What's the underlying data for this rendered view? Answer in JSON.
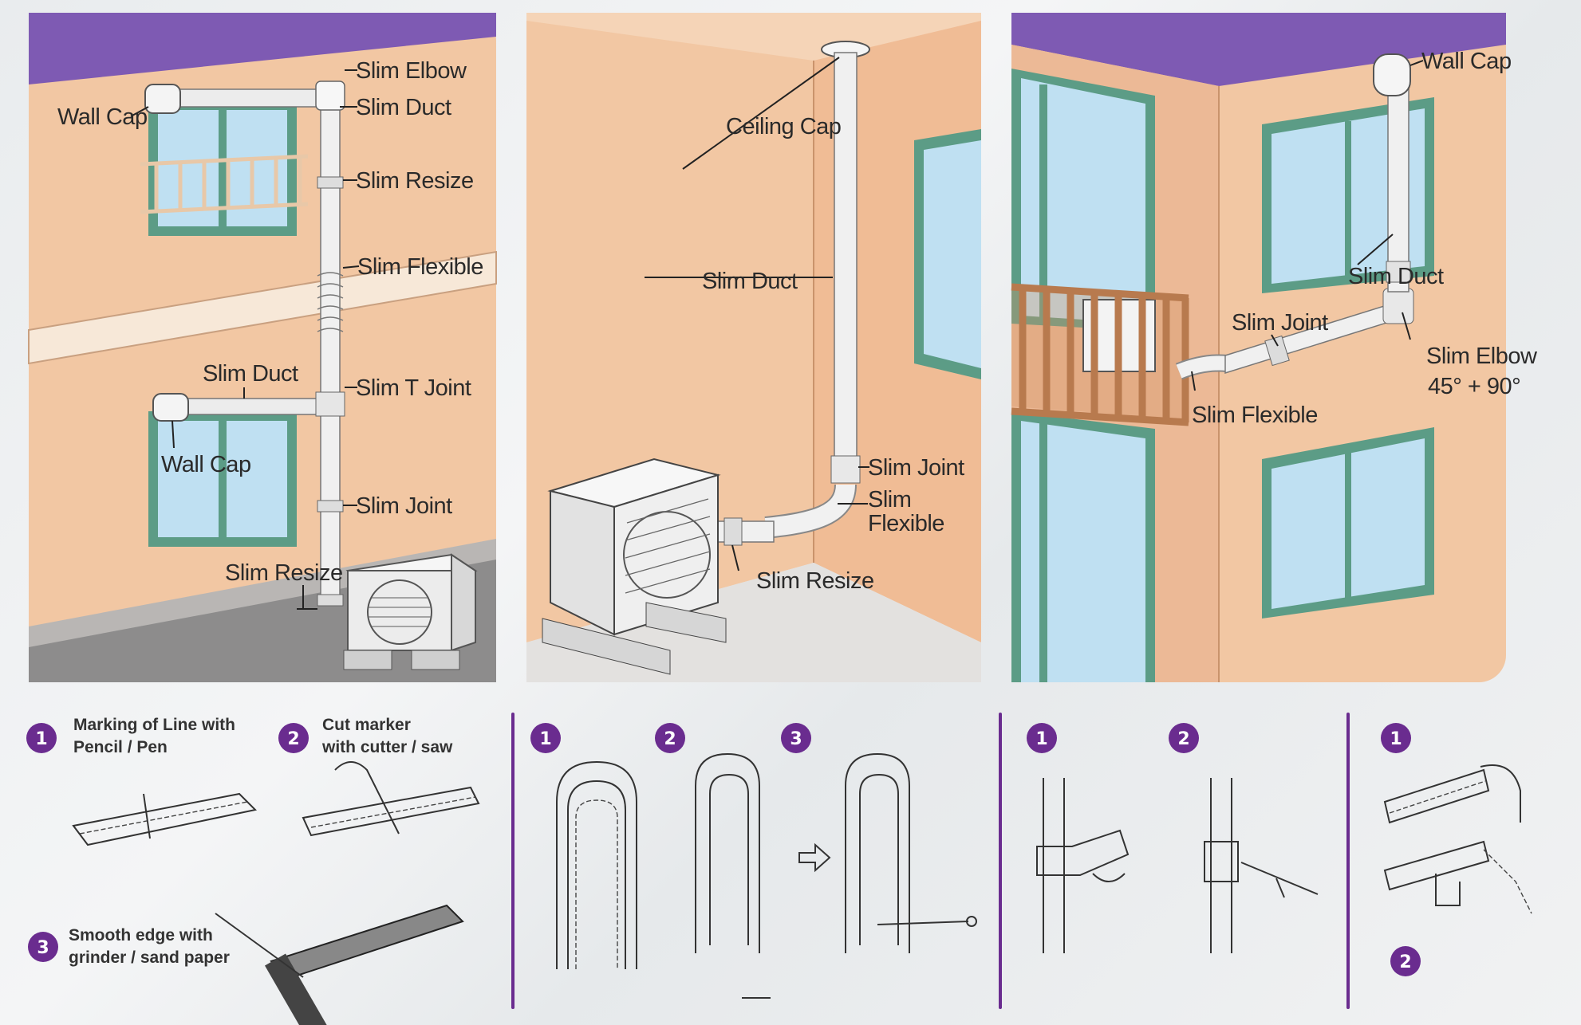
{
  "panel1": {
    "labels": {
      "slim_elbow": "Slim Elbow",
      "slim_duct_top": "Slim Duct",
      "wall_cap_top": "Wall Cap",
      "slim_resize_top": "Slim Resize",
      "slim_flexible": "Slim Flexible",
      "slim_duct_mid": "Slim Duct",
      "slim_t_joint": "Slim T Joint",
      "wall_cap_mid": "Wall Cap",
      "slim_joint": "Slim Joint",
      "slim_resize_bottom": "Slim Resize"
    }
  },
  "panel2": {
    "labels": {
      "ceiling_cap": "Ceiling Cap",
      "slim_duct": "Slim Duct",
      "slim_joint": "Slim Joint",
      "slim_flexible_1": "Slim",
      "slim_flexible_2": "Flexible",
      "slim_resize": "Slim Resize"
    }
  },
  "panel3": {
    "labels": {
      "wall_cap": "Wall Cap",
      "slim_duct": "Slim Duct",
      "slim_joint": "Slim Joint",
      "slim_elbow": "Slim Elbow",
      "slim_elbow_angle": "45° + 90°",
      "slim_flexible": "Slim Flexible"
    }
  },
  "instructions": {
    "group1": {
      "steps": [
        {
          "num": "1",
          "line1": "Marking of Line with",
          "line2": "Pencil / Pen"
        },
        {
          "num": "2",
          "line1": "Cut marker",
          "line2": "with cutter / saw"
        },
        {
          "num": "3",
          "line1": "Smooth edge with",
          "line2": "grinder / sand paper"
        }
      ]
    },
    "group2": {
      "steps": [
        {
          "num": "1"
        },
        {
          "num": "2"
        },
        {
          "num": "3"
        }
      ]
    },
    "group3": {
      "steps": [
        {
          "num": "1"
        },
        {
          "num": "2"
        }
      ]
    },
    "group4": {
      "steps": [
        {
          "num": "1"
        },
        {
          "num": "2"
        }
      ]
    }
  },
  "colors": {
    "wall": "#f2c7a3",
    "roof": "#7e5ab3",
    "window_glass": "#bfe0f2",
    "window_frame": "#5c9c86",
    "badge": "#6a2c8f",
    "divider": "#6a2c8f"
  }
}
